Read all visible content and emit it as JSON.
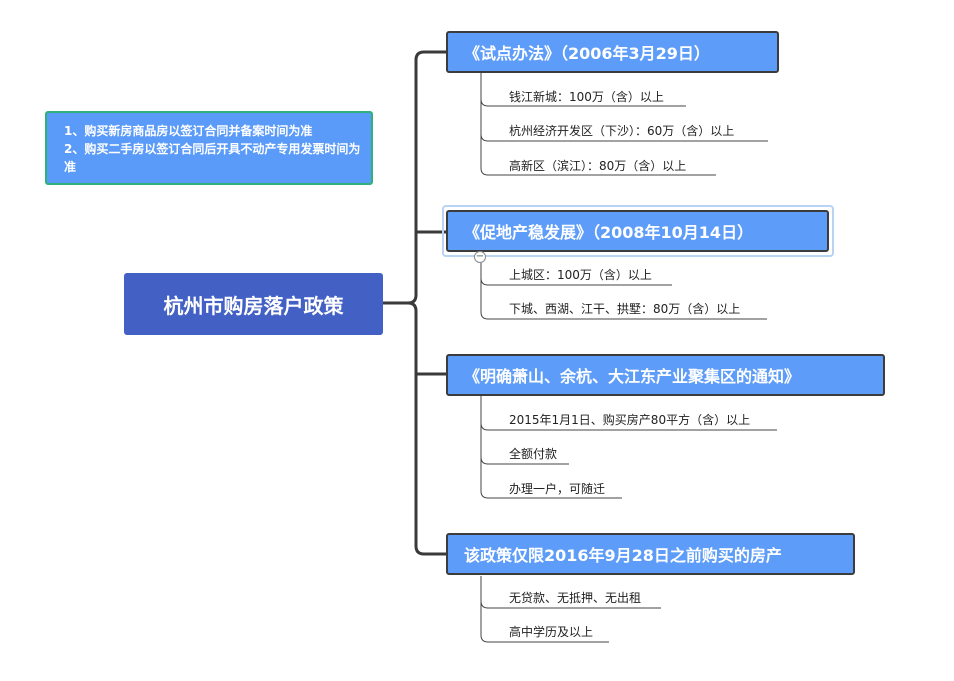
{
  "root": {
    "label": "杭州市购房落户政策"
  },
  "note": {
    "lines": [
      "1、购买新房商品房以签订合同并备案时间为准",
      "2、购买二手房以签订合同后开具不动产专用发票时间为准"
    ]
  },
  "branches": [
    {
      "label": "《试点办法》（2006年3月29日）",
      "leaves": [
        "钱江新城：100万（含）以上",
        "杭州经济开发区（下沙）：60万（含）以上",
        "高新区（滨江）：80万（含）以上"
      ]
    },
    {
      "label": "《促地产稳发展》（2008年10月14日）",
      "leaves": [
        "上城区：100万（含）以上",
        "下城、西湖、江干、拱墅：80万（含）以上"
      ]
    },
    {
      "label": "《明确萧山、余杭、大江东产业聚集区的通知》",
      "leaves": [
        "2015年1月1日、购买房产80平方（含）以上",
        "全额付款",
        "办理一户，可随迁"
      ]
    },
    {
      "label": "该政策仅限2016年9月28日之前购买的房产",
      "leaves": [
        "无贷款、无抵押、无出租",
        "高中学历及以上"
      ]
    }
  ],
  "collapse_toggle": "−"
}
